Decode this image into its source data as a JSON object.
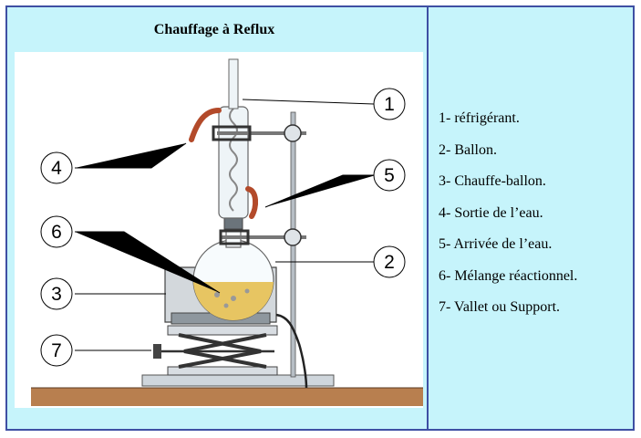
{
  "title": "Chauffage à Reflux",
  "callouts": [
    "1",
    "2",
    "3",
    "4",
    "5",
    "6",
    "7"
  ],
  "legend": [
    "1- réfrigérant.",
    "2- Ballon.",
    "3- Chauffe-ballon.",
    "4- Sortie de l’eau.",
    "5- Arrivée de l’eau.",
    "6- Mélange réactionnel.",
    "7- Vallet ou Support."
  ],
  "colors": {
    "panel": "#c6f4fb",
    "border": "#3e4fa3",
    "floor": "#b87f4f",
    "liquid": "#e7c562",
    "tubing": "#b34a2a"
  }
}
